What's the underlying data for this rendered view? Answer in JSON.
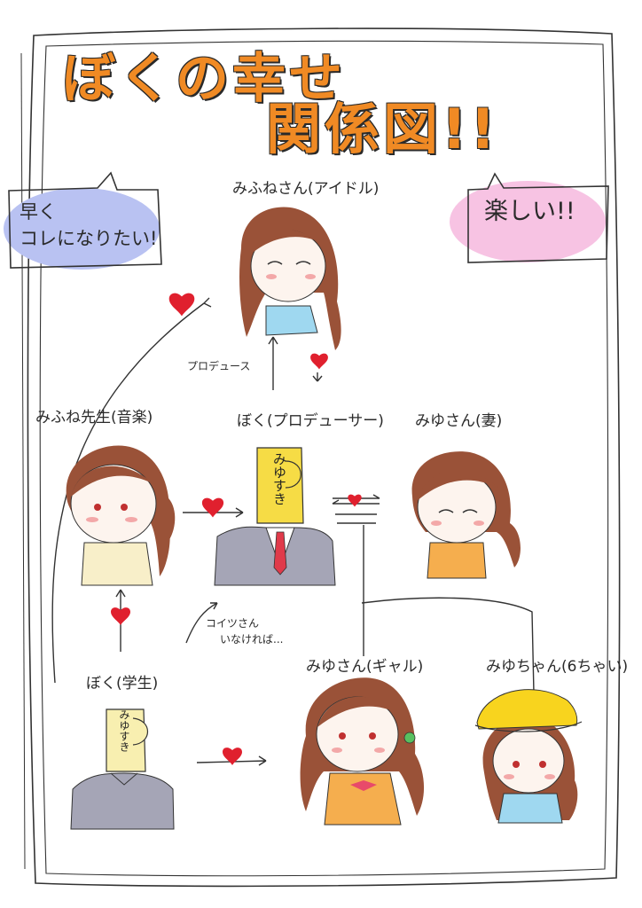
{
  "title": {
    "line1": "ぼくの幸せ",
    "line2": "関係図!!"
  },
  "bubbles": {
    "left": {
      "line1": "早く",
      "line2": "コレになりたい!"
    },
    "right": {
      "text": "楽しい!!"
    }
  },
  "characters": {
    "mifune_idol": "みふねさん(アイドル)",
    "mifune_teacher": "みふね先生(音楽)",
    "boku_producer": "ぼく(プロデューサー)",
    "miyu_wife": "みゆさん(妻)",
    "boku_student": "ぼく(学生)",
    "miyu_gal": "みゆさん(ギャル)",
    "miyu_chan": "みゆちゃん(6ちゃい)"
  },
  "notes": {
    "produce": "プロデュース",
    "koitsu_line1": "コイツさん",
    "koitsu_line2": "いなければ..."
  },
  "head_text": {
    "producer": "みゆすき",
    "student": "みゆすき"
  },
  "colors": {
    "title_orange": "#f08a24",
    "heart_red": "#e0202e",
    "bubble_blue": "#b9c2f2",
    "bubble_pink": "#f7c3e3",
    "hair_brown": "#9a5238",
    "head_yellow": "#f6dc45",
    "head_pale_yellow": "#f8efb0",
    "suit_gray": "#a5a5b6",
    "top_orange": "#f5ae4e",
    "top_blue": "#9fd8f0",
    "hat_yellow": "#f8d41e"
  }
}
